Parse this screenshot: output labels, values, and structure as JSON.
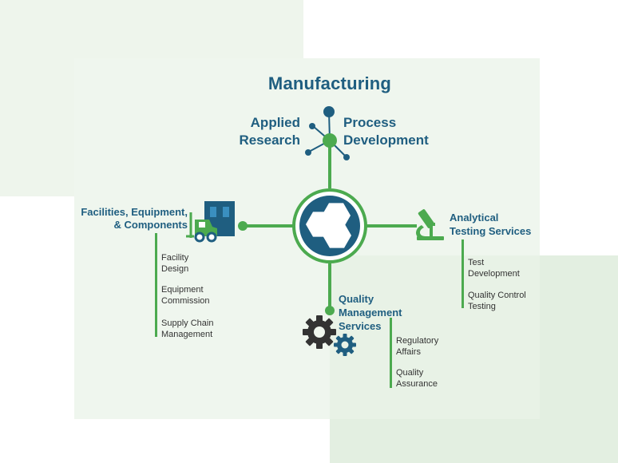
{
  "title": "Manufacturing",
  "branches": {
    "applied_research": "Applied\nResearch",
    "process_development": "Process\nDevelopment",
    "facilities": "Facilities, Equipment,\n& Components",
    "analytical": "Analytical\nTesting Services",
    "quality": "Quality\nManagement\nServices"
  },
  "facilities_items": [
    "Facility\nDesign",
    "Equipment\nCommission",
    "Supply Chain\nManagement"
  ],
  "analytical_items": [
    "Test\nDevelopment",
    "Quality Control\nTesting"
  ],
  "quality_items": [
    "Regulatory\nAffairs",
    "Quality\nAssurance"
  ],
  "icons": {
    "center": "hexagon-cluster-icon",
    "facilities": "forklift-warehouse-icon",
    "analytical": "microscope-icon",
    "quality": "gears-icon",
    "top": "molecule-icon"
  },
  "colors": {
    "green": "#4caa4f",
    "dark_blue": "#1f5e80",
    "text": "#333333"
  }
}
